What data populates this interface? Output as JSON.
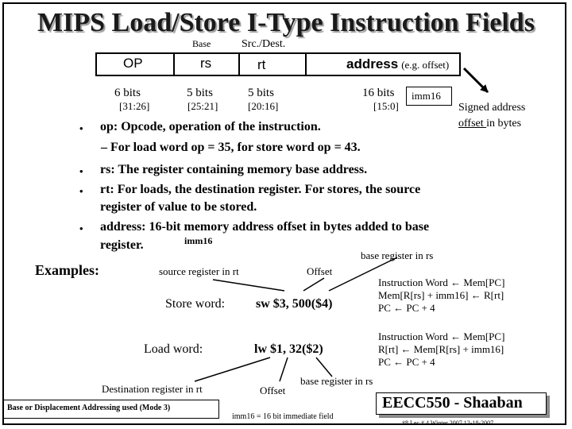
{
  "title": "MIPS Load/Store I-Type Instruction Fields",
  "header_labels": {
    "base": "Base",
    "src_dest": "Src./Dest."
  },
  "fields": [
    {
      "name": "OP",
      "bits": "6 bits",
      "range": "[31:26]"
    },
    {
      "name": "rs",
      "bits": "5 bits",
      "range": "[25:21]"
    },
    {
      "name": "rt",
      "bits": "5 bits",
      "range": "[20:16]"
    },
    {
      "name": "address",
      "note": "(e.g. offset)",
      "bits": "16  bits",
      "range": "[15:0]"
    }
  ],
  "imm16_box": "imm16",
  "signed_offset": {
    "line1": "Signed address",
    "line2_underlined": "offset ",
    "line2_rest": "in bytes"
  },
  "bullets": {
    "b1": "op: Opcode, operation of the instruction.",
    "b1_sub": "–  For load word op = 35,  for store word op = 43.",
    "b2": "rs: The register containing memory base address.",
    "b3_l1": "rt: For loads, the destination register.  For stores, the source",
    "b3_l2": "register of value to be stored.",
    "b4_l1": "address:  16-bit memory address offset in bytes added to base",
    "b4_l2": "register.",
    "bullet_char": "•"
  },
  "imm16_label": "imm16",
  "base_register_label": "base register in rs",
  "examples_label": "Examples:",
  "source_register_label": "source register in rt",
  "offset_label_top": "Offset",
  "store_word": {
    "label": "Store word:",
    "code": "sw $3, 500($4)"
  },
  "load_word": {
    "label": "Load word:",
    "code": "lw $1, 32($2)"
  },
  "store_rtn": {
    "l1": "Instruction Word  ←   Mem[PC]",
    "l2": "Mem[R[rs] + imm16]  ←  R[rt]",
    "l3": "PC  ←  PC + 4"
  },
  "load_rtn": {
    "l1": "Instruction Word  ←   Mem[PC]",
    "l2": "R[rt]  ←  Mem[R[rs] + imm16]",
    "l3": "PC  ←  PC + 4"
  },
  "destination_label": "Destination register in rt",
  "offset_label_bottom": "Offset",
  "base_register_label_bottom": "base register in rs",
  "addressing_mode": "Base or Displacement Addressing used (Mode 3)",
  "imm16_footnote": "imm16 = 16 bit immediate field",
  "footer": {
    "brand": "EECC550 - Shaaban",
    "slide": "#8   Lec # 4   Winter 2007   12-18-2007"
  }
}
